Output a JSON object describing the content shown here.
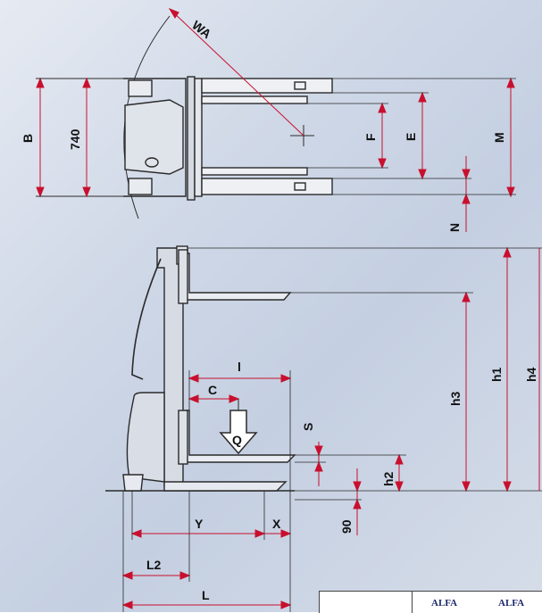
{
  "labels": {
    "wa": "WA",
    "b": "B",
    "w740": "740",
    "f": "F",
    "e": "E",
    "m": "M",
    "n": "N",
    "l_small": "l",
    "c": "C",
    "q": "Q",
    "s": "S",
    "h2": "h2",
    "h3": "h3",
    "h1": "h1",
    "h4": "h4",
    "y": "Y",
    "x": "X",
    "d90": "90",
    "l2": "L2",
    "l": "L"
  },
  "table": {
    "col1": "ALFA",
    "col2": "ALFA"
  },
  "colors": {
    "dimension": "#c8102e",
    "outline": "#2a2a2a"
  }
}
